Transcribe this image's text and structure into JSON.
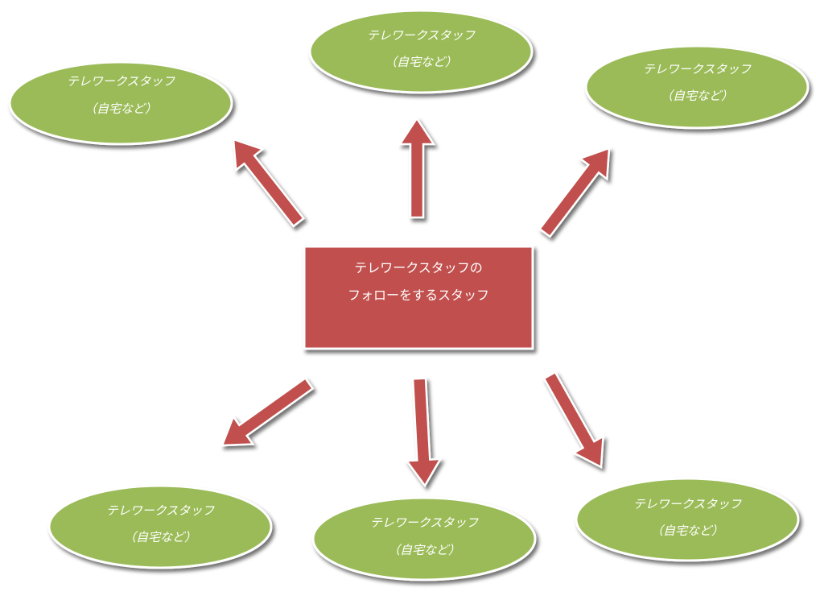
{
  "center": {
    "line1": "テレワークスタッフの",
    "line2": "フォローをするスタッフ"
  },
  "nodes": [
    {
      "line1": "テレワークスタッフ",
      "line2": "（自宅など）"
    },
    {
      "line1": "テレワークスタッフ",
      "line2": "（自宅など）"
    },
    {
      "line1": "テレワークスタッフ",
      "line2": "（自宅など）"
    },
    {
      "line1": "テレワークスタッフ",
      "line2": "（自宅など）"
    },
    {
      "line1": "テレワークスタッフ",
      "line2": "（自宅など）"
    },
    {
      "line1": "テレワークスタッフ",
      "line2": "（自宅など）"
    }
  ],
  "colors": {
    "ellipse_fill": "#9bbb59",
    "ellipse_border": "#ffffff",
    "center_fill": "#c0504d",
    "arrow_fill": "#c0504d",
    "arrow_border": "#ffffff",
    "shadow": "#9a9a9a",
    "text": "#ffffff"
  }
}
